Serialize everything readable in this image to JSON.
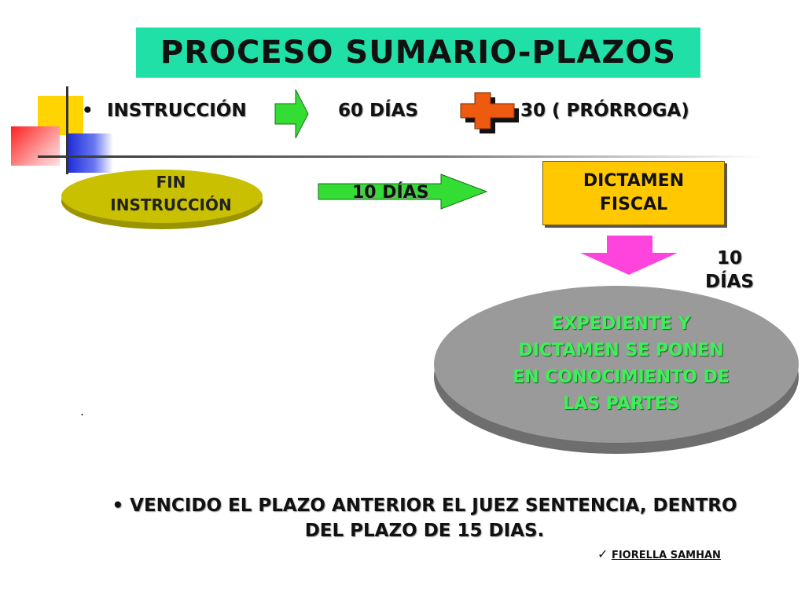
{
  "title": "PROCESO SUMARIO-PLAZOS",
  "instruction_row": {
    "bullet": "•",
    "label": "INSTRUCCIÓN",
    "days": "60 DÍAS",
    "extension": "30 ( PRÓRROGA)"
  },
  "fin_instruccion": {
    "line1": "FIN",
    "line2": "INSTRUCCIÓN"
  },
  "arrow_days": "10 DÍAS",
  "dictamen": {
    "line1": "DICTAMEN",
    "line2": "FISCAL"
  },
  "right_days": {
    "line1": "10",
    "line2": "DÍAS"
  },
  "expediente": {
    "line1": "EXPEDIENTE Y",
    "line2": "DICTAMEN SE PONEN",
    "line3": "EN CONOCIMIENTO DE",
    "line4": "LAS PARTES"
  },
  "stray_dot": ".",
  "bottom": {
    "bullet": "•",
    "line1": "VENCIDO EL PLAZO ANTERIOR EL JUEZ SENTENCIA, DENTRO",
    "line2": "DEL PLAZO DE 15 DIAS."
  },
  "author": {
    "check": "✓",
    "name": "FIORELLA SAMHAN"
  },
  "colors": {
    "title_bg": "#20e0a8",
    "green_arrow": "#33dd33",
    "cross": "#ee5a10",
    "ellipse_yellow": "#c8c000",
    "dictamen_bg": "#ffc800",
    "pink_arrow": "#ff44dd",
    "ellipse_gray": "#9a9a9a",
    "expediente_text": "#3cf058"
  }
}
